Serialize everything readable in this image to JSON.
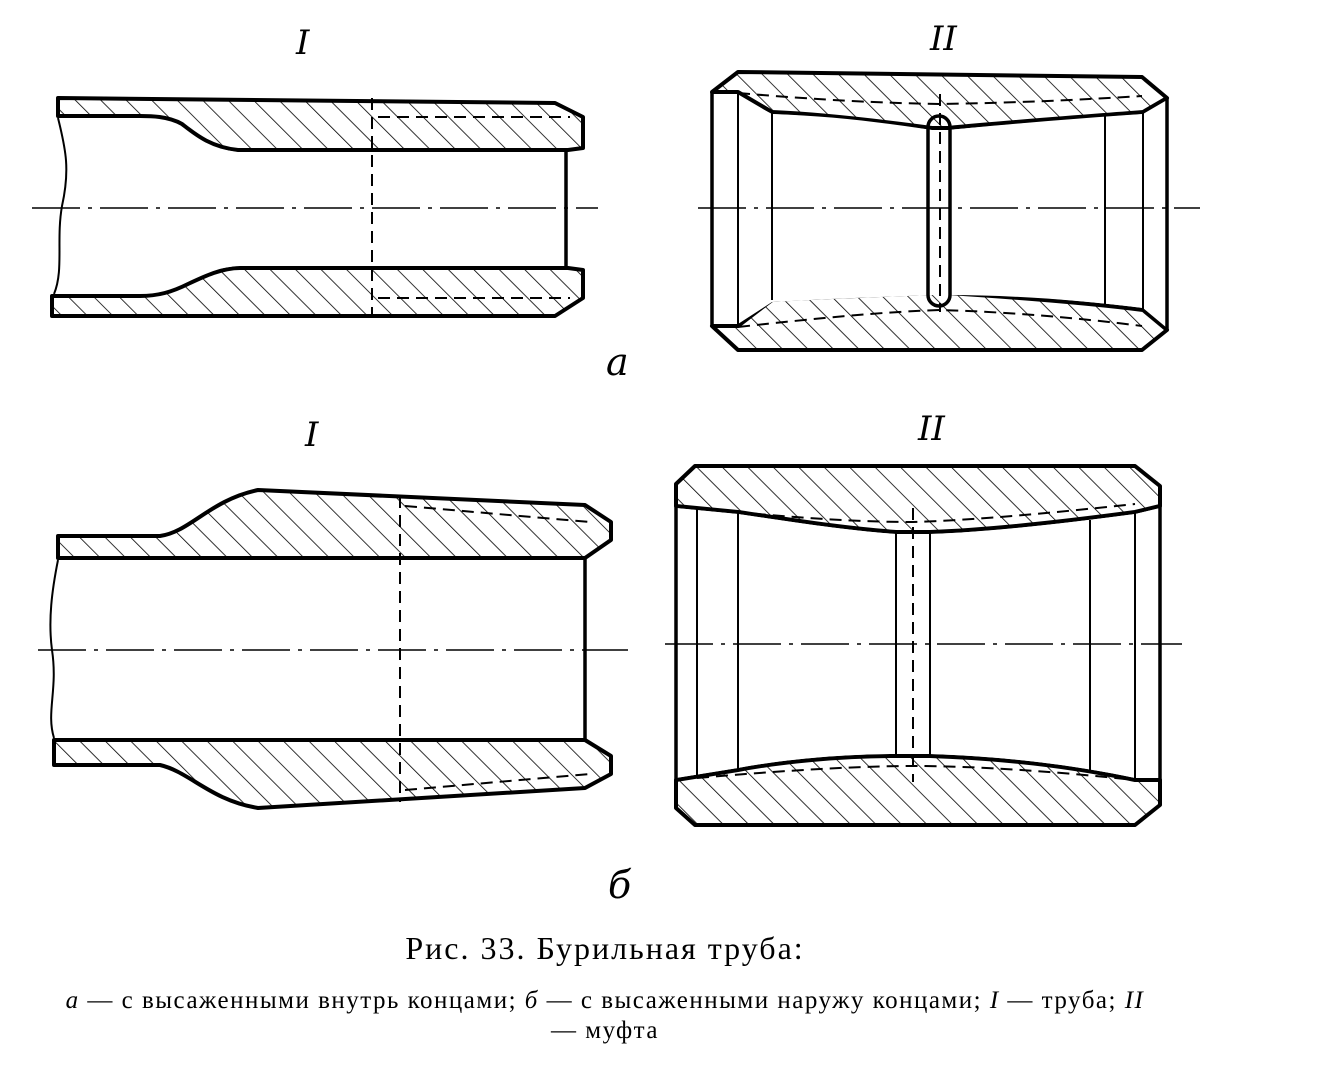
{
  "labels": {
    "a_pipe": "I",
    "a_coupling": "II",
    "a_letter": "а",
    "b_pipe": "I",
    "b_coupling": "II",
    "b_letter": "б"
  },
  "caption": {
    "title": "Рис. 33. Бурильная труба:",
    "legend_a_key": "а",
    "legend_a_text": " — с высаженными внутрь концами; ",
    "legend_b_key": "б",
    "legend_b_text": " — с высаженными наружу концами; ",
    "legend_i_key": "I",
    "legend_i_text": " — труба; ",
    "legend_ii_key": "II",
    "legend_ii_text": " — муфта"
  },
  "colors": {
    "ink": "#000000",
    "paper": "#ffffff"
  }
}
